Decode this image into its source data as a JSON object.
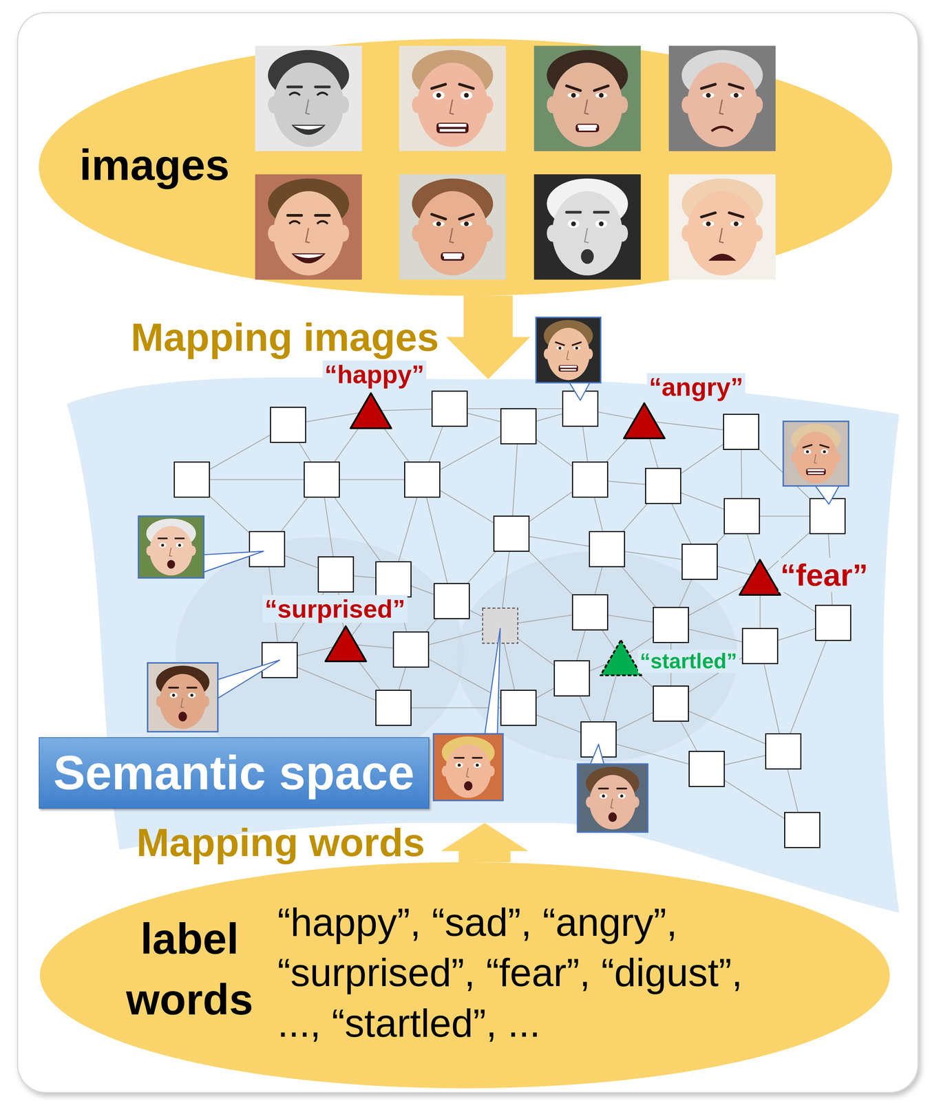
{
  "diagram": {
    "nodes": [
      {
        "text": [
          "images"
        ]
      },
      {
        "text": [
          "Semantic space"
        ]
      },
      {
        "text": [
          "“happy”"
        ],
        "in": 1
      },
      {
        "text": [
          "“angry”"
        ],
        "in": 1
      },
      {
        "text": [
          "“fear”"
        ],
        "in": 1
      },
      {
        "text": [
          "“surprised”"
        ],
        "in": 1
      },
      {
        "text": [
          "“startled”"
        ],
        "in": 1
      },
      {
        "text": [
          "label words",
          "“happy”, “sad”, “angry”, “surprised”, “fear”, “digust”, ..., “startled”, ..."
        ]
      }
    ],
    "edges": [
      {
        "from": 0,
        "to": 1,
        "arrow": "to",
        "label": "Mapping images"
      },
      {
        "from": 7,
        "to": 1,
        "arrow": "to",
        "label": "Mapping words"
      }
    ]
  }
}
